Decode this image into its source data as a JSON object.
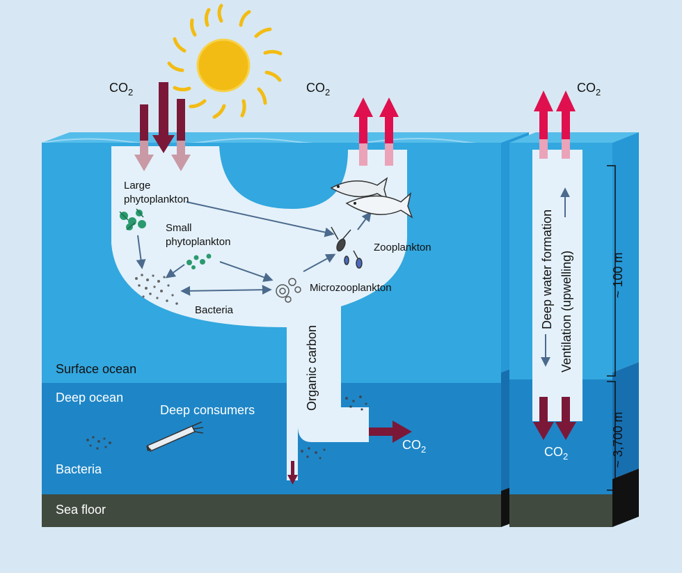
{
  "diagram": {
    "co2_label": "CO2",
    "co2_base": "CO",
    "co2_sub": "2",
    "labels": {
      "large_phyto_1": "Large",
      "large_phyto_2": "phytoplankton",
      "small_phyto_1": "Small",
      "small_phyto_2": "phytoplankton",
      "zooplankton": "Zooplankton",
      "microzooplankton": "Microzooplankton",
      "bacteria_surface": "Bacteria",
      "organic_carbon": "Organic carbon",
      "surface_ocean": "Surface ocean",
      "deep_ocean": "Deep ocean",
      "deep_consumers": "Deep consumers",
      "bacteria_deep": "Bacteria",
      "sea_floor": "Sea floor",
      "deep_water_formation": "Deep water formation",
      "ventilation": "Ventilation (upwelling)",
      "depth_100": "~ 100 m",
      "depth_3700": "~ 3,700 m"
    },
    "colors": {
      "background": "#d7e8f4",
      "surface_ocean": "#33a7df",
      "deep_ocean": "#1e86c7",
      "sea_floor": "#414a3f",
      "channel": "#e4f1fa",
      "arrow_down": "#7b1838",
      "arrow_up": "#e0104e",
      "sun": "#f3bc14",
      "flow_arrow": "#4b6a8c"
    }
  }
}
